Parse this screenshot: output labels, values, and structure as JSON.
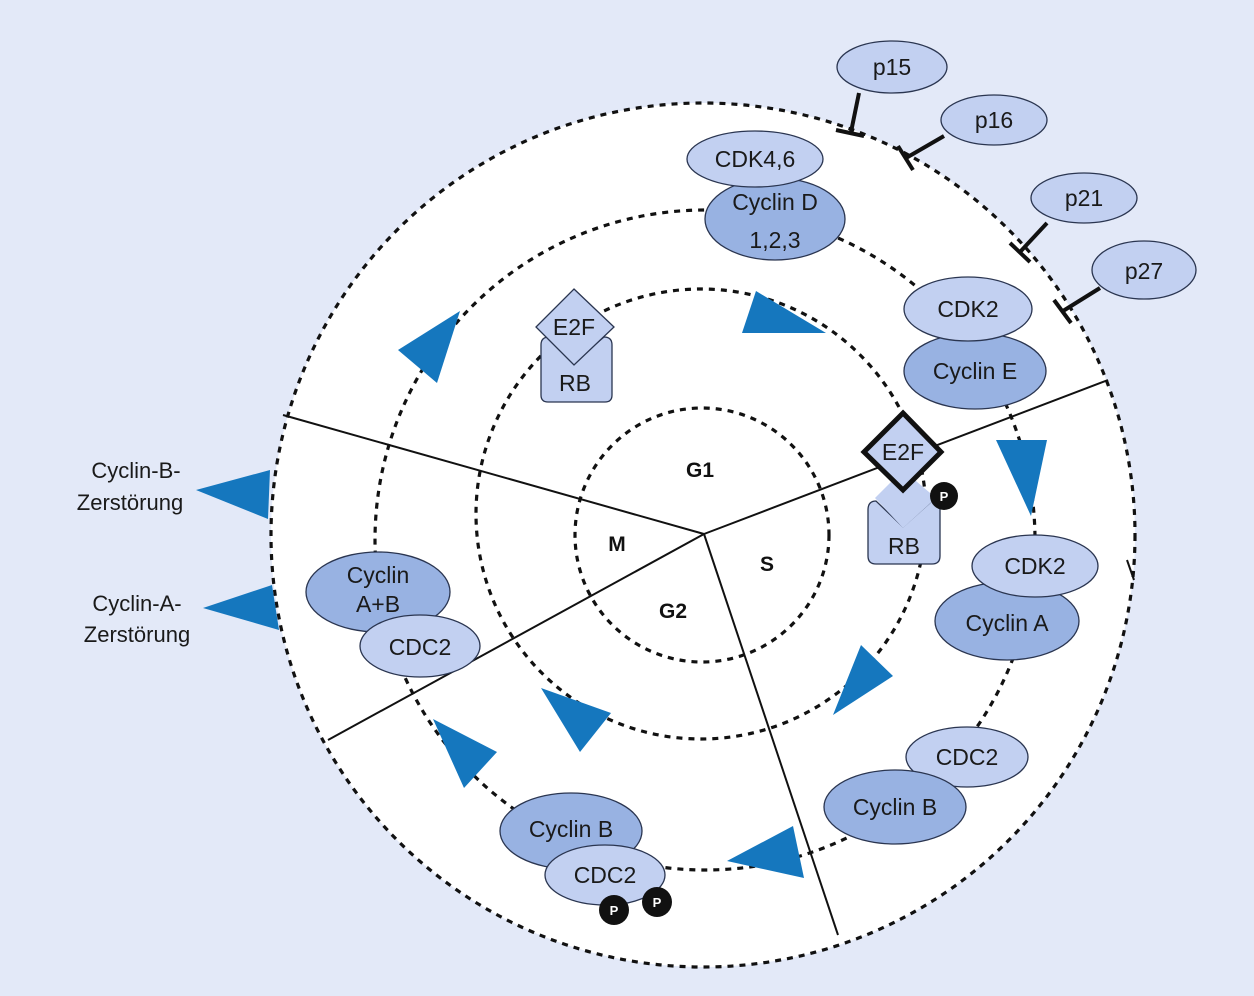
{
  "phases": {
    "g1": "G1",
    "s": "S",
    "g2": "G2",
    "m": "M"
  },
  "complexes": {
    "cdk46": "CDK4,6",
    "cyclin_d_line1": "Cyclin D",
    "cyclin_d_line2": "1,2,3",
    "cdk2_e": "CDK2",
    "cyclin_e": "Cyclin E",
    "cdk2_a": "CDK2",
    "cyclin_a": "Cyclin A",
    "cdc2_b_right": "CDC2",
    "cyclin_b_right": "Cyclin B",
    "cyclin_b_bottom": "Cyclin B",
    "cdc2_bottom": "CDC2",
    "cyclin_ab_line1": "Cyclin",
    "cyclin_ab_line2": "A+B",
    "cdc2_left": "CDC2"
  },
  "rb_complex": {
    "e2f": "E2F",
    "rb": "RB"
  },
  "rb_complex_phos": {
    "e2f": "E2F",
    "rb": "RB",
    "p": "P"
  },
  "phosphates": {
    "p1": "P",
    "p2": "P"
  },
  "inhibitors": {
    "p15": "p15",
    "p16": "p16",
    "p21": "p21",
    "p27": "p27"
  },
  "side_labels": {
    "cyclin_b_line1": "Cyclin-B-",
    "cyclin_b_line2": "Zerstörung",
    "cyclin_a_line1": "Cyclin-A-",
    "cyclin_a_line2": "Zerstörung"
  },
  "colors": {
    "background": "#e3e9f8",
    "light_protein": "#c2d0f1",
    "mid_protein": "#98b2e2",
    "arrow": "#1577be",
    "phosphate": "#111111"
  }
}
